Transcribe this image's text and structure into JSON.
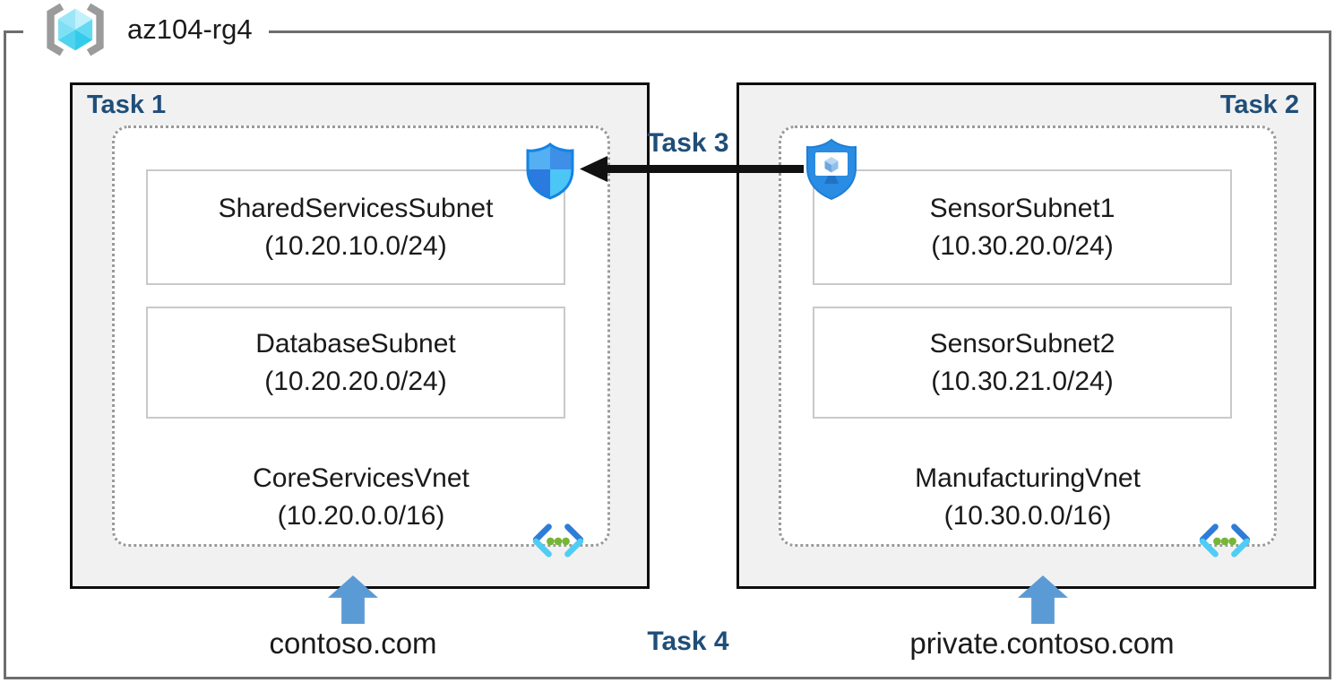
{
  "resource_group": {
    "name": "az104-rg4"
  },
  "tasks": {
    "task1": "Task 1",
    "task2": "Task 2",
    "task3": "Task 3",
    "task4": "Task 4"
  },
  "vnets": [
    {
      "name": "CoreServicesVnet",
      "cidr": "(10.20.0.0/16)",
      "dns_zone": "contoso.com",
      "subnets": [
        {
          "name": "SharedServicesSubnet",
          "cidr": "(10.20.10.0/24)"
        },
        {
          "name": "DatabaseSubnet",
          "cidr": "(10.20.20.0/24)"
        }
      ]
    },
    {
      "name": "ManufacturingVnet",
      "cidr": "(10.30.0.0/16)",
      "dns_zone": "private.contoso.com",
      "subnets": [
        {
          "name": "SensorSubnet1",
          "cidr": "(10.30.20.0/24)"
        },
        {
          "name": "SensorSubnet2",
          "cidr": "(10.30.21.0/24)"
        }
      ]
    }
  ],
  "connection": {
    "label": "Task 3",
    "source_icon": "bastion-shield-icon",
    "target_icon": "nsg-shield-icon",
    "direction": "right-to-left"
  },
  "dns": {
    "label": "Task 4"
  },
  "icons": {
    "resource_group": "resource-group-cube-icon",
    "nsg": "nsg-shield-icon",
    "bastion": "bastion-shield-icon",
    "vnet": "virtual-network-icon",
    "dns_arrow": "up-arrow-icon"
  },
  "colors": {
    "task_label": "#1F4E79",
    "task_box_bg": "#F1F1F1",
    "task_box_border": "#0D0D0D",
    "rg_border": "#6E6E6E",
    "dashed_border": "#9A9A9A",
    "subnet_border": "#C9C9C9",
    "peer_arrow": "#111111",
    "dns_arrow": "#5B9BD5",
    "nsg_border_blue": "#1583E0",
    "bastion_blue": "#2A8CE2",
    "vnet_icon_blue": "#2F7CD8",
    "vnet_icon_cyan": "#50CDF4",
    "vnet_icon_green": "#76B637",
    "rg_icon_cyan": "#64DAF2",
    "rg_icon_gray": "#9B9B9B"
  }
}
